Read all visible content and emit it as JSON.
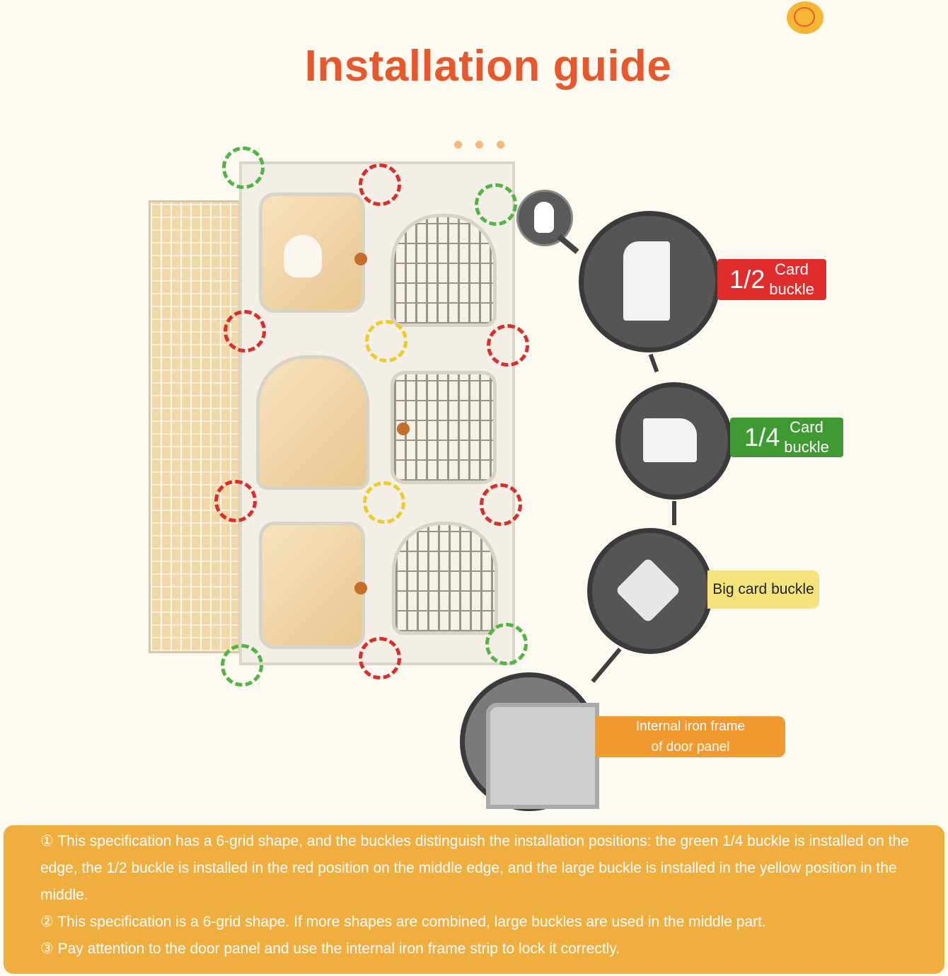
{
  "title": "Installation guide",
  "colors": {
    "title": "#e8582c",
    "green_marker": "#52b443",
    "red_marker": "#dc2d2a",
    "yellow_marker": "#eccc2a",
    "info_box": "#f0ae3e"
  },
  "labels": {
    "half": {
      "fraction": "1/2",
      "text_line1": "Card",
      "text_line2": "buckle"
    },
    "quarter": {
      "fraction": "1/4",
      "text_line1": "Card",
      "text_line2": "buckle"
    },
    "big": {
      "text": "Big card buckle"
    },
    "frame": {
      "text_line1": "Internal iron frame",
      "text_line2": "of door panel"
    }
  },
  "notes": [
    "① This specification has a 6-grid shape, and the buckles distinguish the installation positions: the green 1/4 buckle is installed on the edge, the 1/2 buckle is installed in the red position on the middle edge, and the large buckle is installed in the yellow position in the middle.",
    "② This specification is a 6-grid shape. If more shapes are combined, large buckles are used in the middle part.",
    "③ Pay attention to the door panel and use the internal iron frame strip to lock it correctly."
  ]
}
